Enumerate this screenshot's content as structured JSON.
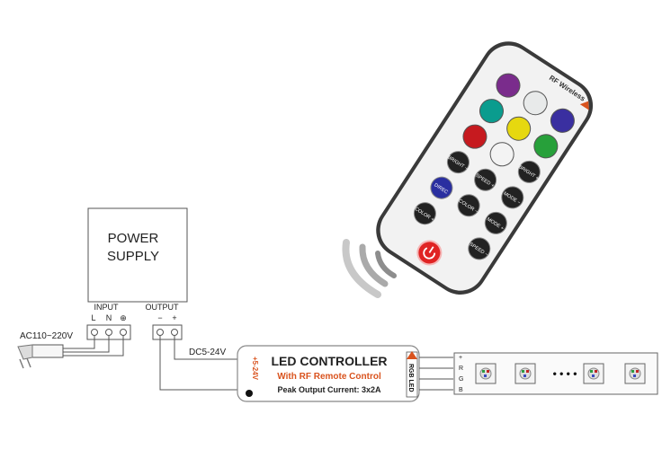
{
  "power_supply": {
    "title_line1": "POWER",
    "title_line2": "SUPPLY",
    "input_label": "INPUT",
    "output_label": "OUTPUT",
    "terminal_L": "L",
    "terminal_N": "N",
    "terminal_ground": "⊕",
    "terminal_minus": "−",
    "terminal_plus": "+"
  },
  "ac_label": "AC110~220V",
  "dc_label": "DC5-24V",
  "controller": {
    "title": "LED CONTROLLER",
    "subtitle": "With RF Remote Control",
    "peak": "Peak Output Current: 3x2A",
    "input_voltage": "+5-24V",
    "rgb_tag": "RGB LED",
    "accent_color": "#d9531e"
  },
  "strip": {
    "pins": [
      "+",
      "R",
      "G",
      "B"
    ],
    "ellipsis": "• • • •"
  },
  "remote": {
    "brand": "RF Wireless",
    "color_keys": [
      "#7a2c8c",
      "#e8eaea",
      "#3a2fa0",
      "#0a9c8e",
      "#e6d80f",
      "#27a03a",
      "#c61a1f",
      "#f3f3f3"
    ],
    "keys": [
      "BRIGHT +",
      "BRIGHT −",
      "SPEED +",
      "MODE −",
      "DIREC",
      "COLOR −",
      "MODE +",
      "COLOR +",
      "SPEED −"
    ],
    "power_icon": "power-icon"
  }
}
